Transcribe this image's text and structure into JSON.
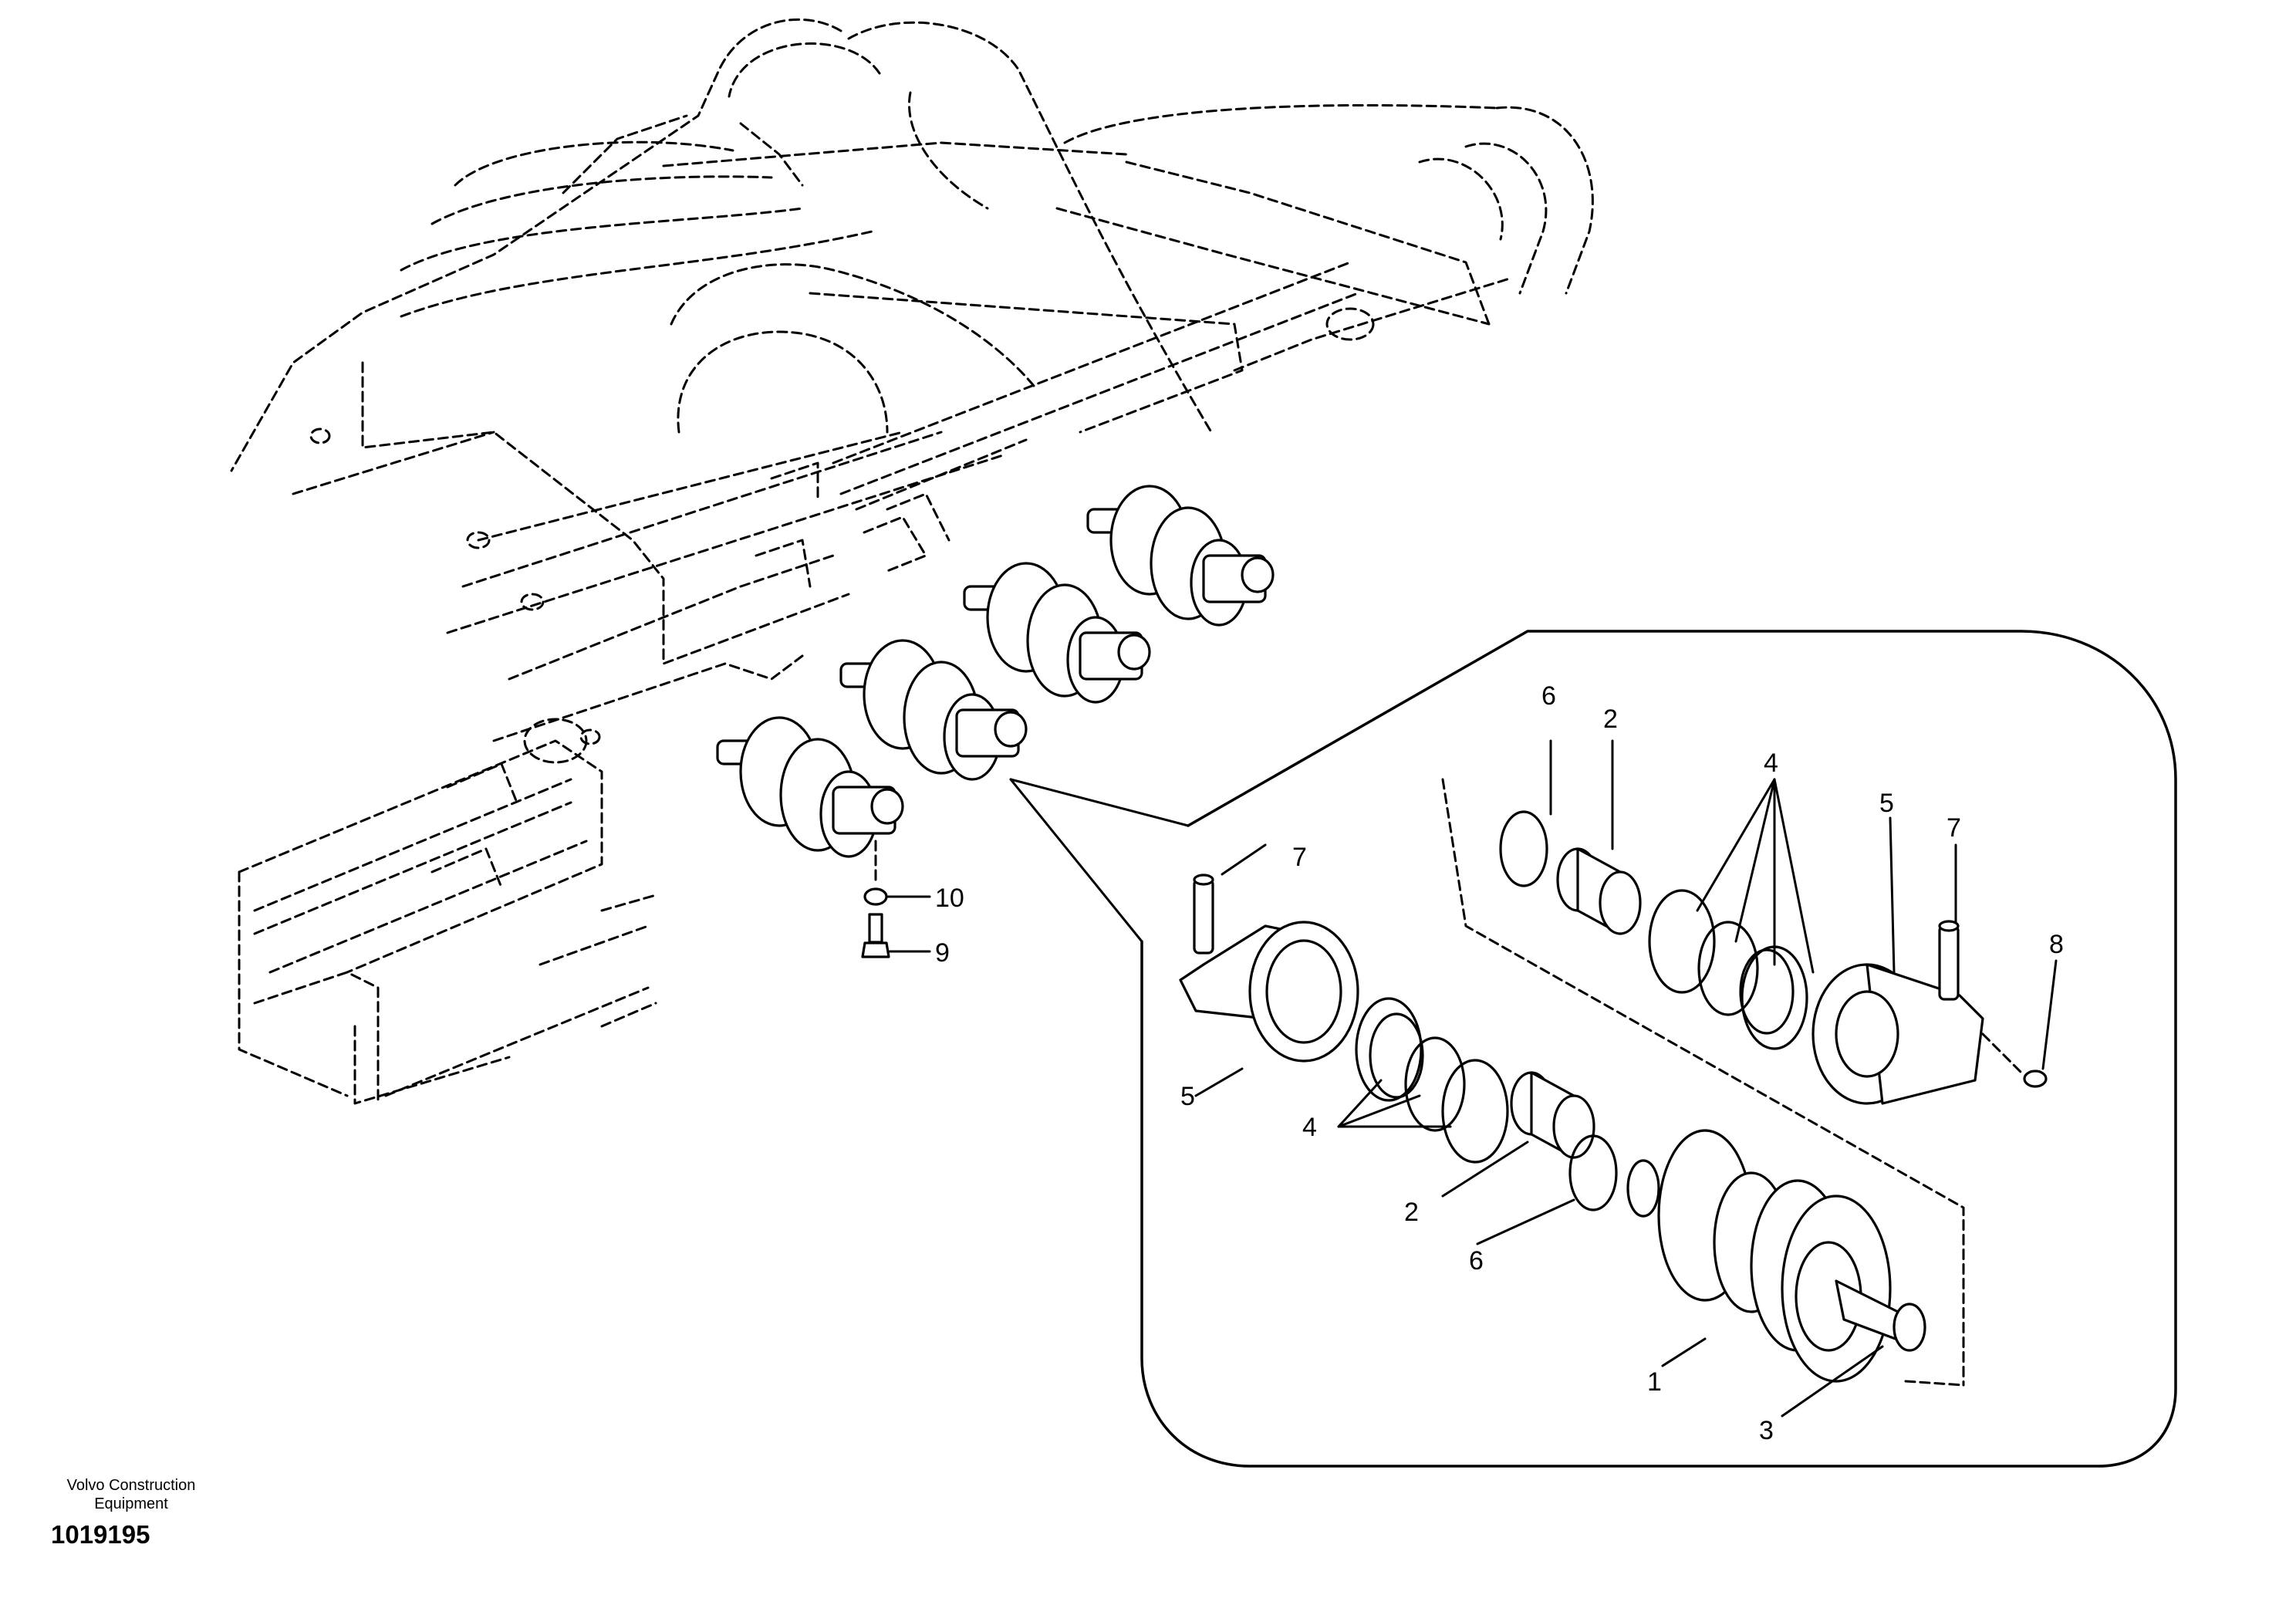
{
  "callouts": [
    {
      "id": "10",
      "text": "10"
    },
    {
      "id": "9",
      "text": "9"
    },
    {
      "id": "7a",
      "text": "7"
    },
    {
      "id": "5a",
      "text": "5"
    },
    {
      "id": "4a",
      "text": "4"
    },
    {
      "id": "2a",
      "text": "2"
    },
    {
      "id": "6a",
      "text": "6"
    },
    {
      "id": "1",
      "text": "1"
    },
    {
      "id": "3",
      "text": "3"
    },
    {
      "id": "6b",
      "text": "6"
    },
    {
      "id": "2b",
      "text": "2"
    },
    {
      "id": "4b",
      "text": "4"
    },
    {
      "id": "5b",
      "text": "5"
    },
    {
      "id": "7b",
      "text": "7"
    },
    {
      "id": "8",
      "text": "8"
    }
  ],
  "footer": {
    "brand": "Volvo Construction Equipment",
    "diagram_number": "1019195"
  }
}
